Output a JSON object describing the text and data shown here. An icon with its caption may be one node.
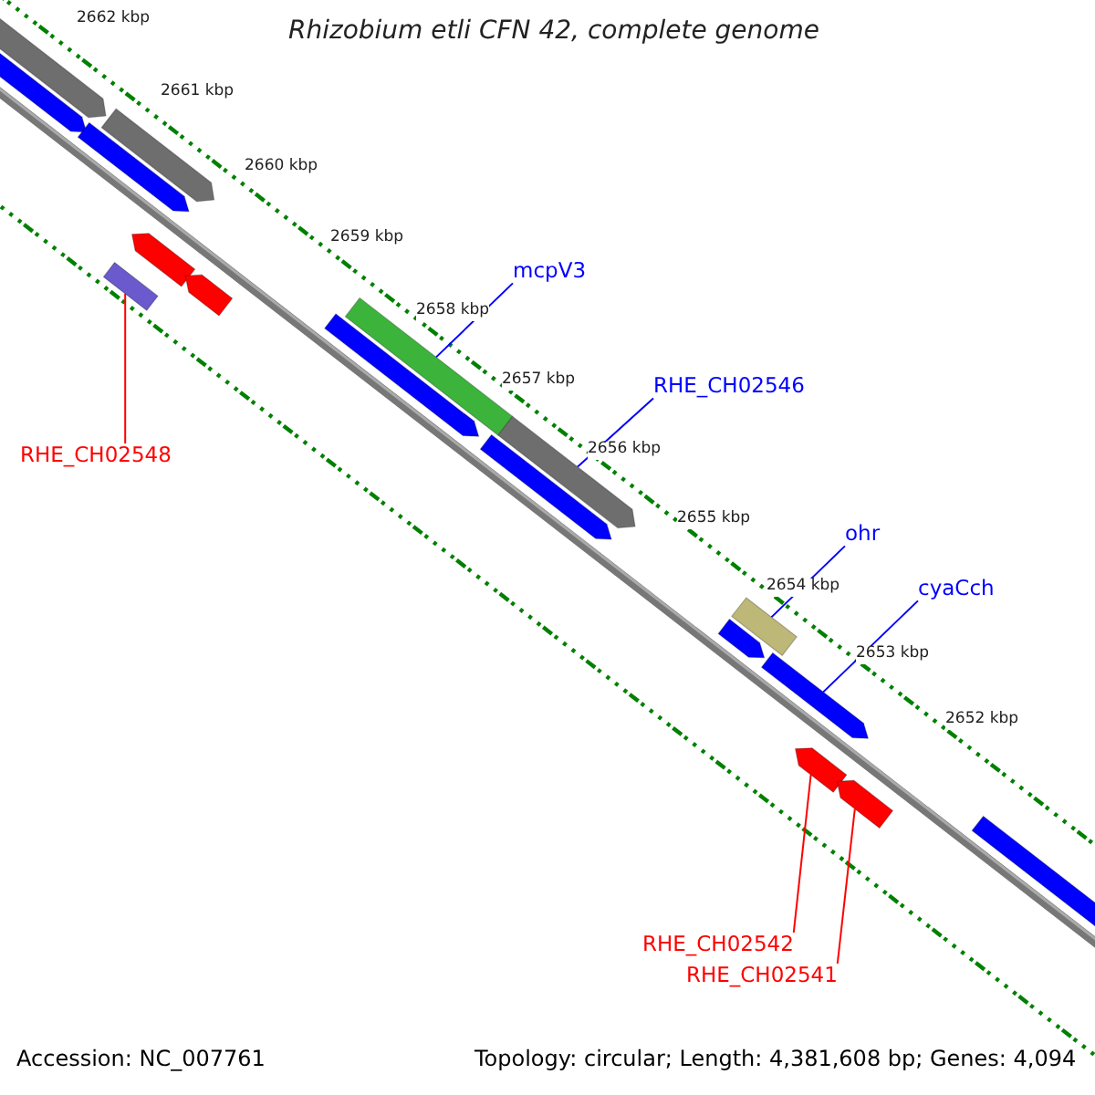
{
  "diagram": {
    "title": "Rhizobium etli CFN 42, complete genome",
    "nodes": [
      {
        "text": [
          "mcpV3"
        ]
      },
      {
        "text": [],
        "shape": "bar"
      },
      {
        "text": [
          "RHE_CH02548"
        ]
      },
      {
        "text": [],
        "shape": "bar"
      },
      {
        "text": [
          "RHE_CH02546"
        ]
      },
      {
        "text": [],
        "shape": "bar"
      },
      {
        "text": [
          "ohr"
        ]
      },
      {
        "text": [],
        "shape": "bar"
      },
      {
        "text": [
          "cyaCch"
        ]
      },
      {
        "text": [],
        "shape": "bar"
      },
      {
        "text": [
          "RHE_CH02542"
        ]
      },
      {
        "text": [],
        "shape": "bar"
      },
      {
        "text": [
          "RHE_CH02541"
        ]
      },
      {
        "text": [],
        "shape": "bar"
      }
    ],
    "edges": [
      {
        "from": 0,
        "to": 1,
        "arrow": "none"
      },
      {
        "from": 2,
        "to": 3,
        "arrow": "none",
        "color": "#ff0000"
      },
      {
        "from": 4,
        "to": 5,
        "arrow": "none"
      },
      {
        "from": 6,
        "to": 7,
        "arrow": "none"
      },
      {
        "from": 8,
        "to": 9,
        "arrow": "none"
      },
      {
        "from": 10,
        "to": 11,
        "arrow": "none",
        "color": "#ff0000"
      },
      {
        "from": 12,
        "to": 13,
        "arrow": "none",
        "color": "#ff0000"
      }
    ],
    "labels": [
      "2662 kbp",
      "2661 kbp",
      "2660 kbp",
      "2659 kbp",
      "2658 kbp",
      "2657 kbp",
      "2656 kbp",
      "2655 kbp",
      "2654 kbp",
      "2653 kbp",
      "2652 kbp",
      "Accession: NC_007761",
      "Topology: circular; Length: 4,381,608 bp; Genes: 4,094"
    ]
  }
}
